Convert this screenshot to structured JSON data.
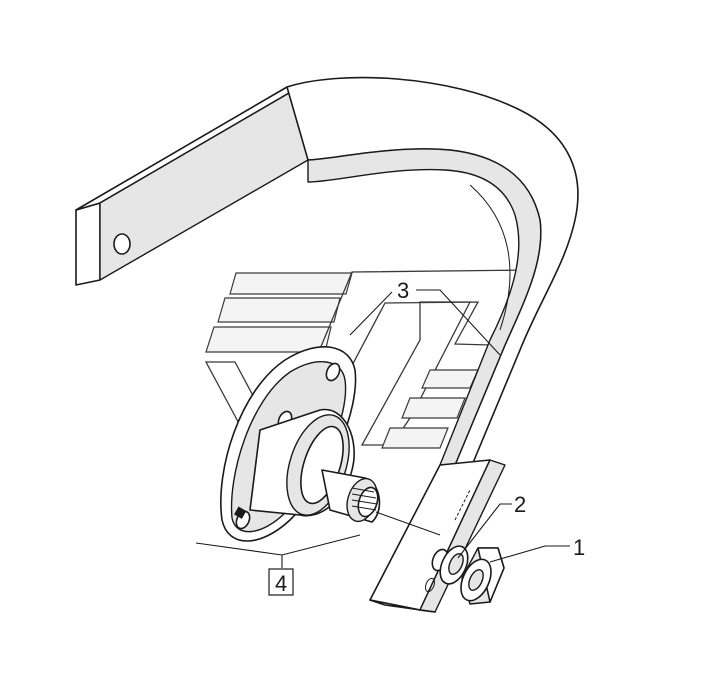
{
  "callouts": {
    "nut": "1",
    "washer": "2",
    "frame_arm": "3",
    "hub_assembly": "4"
  },
  "colors": {
    "line": "#1a1a1a",
    "fill": "#ffffff",
    "shade": "#e6e6e6"
  }
}
